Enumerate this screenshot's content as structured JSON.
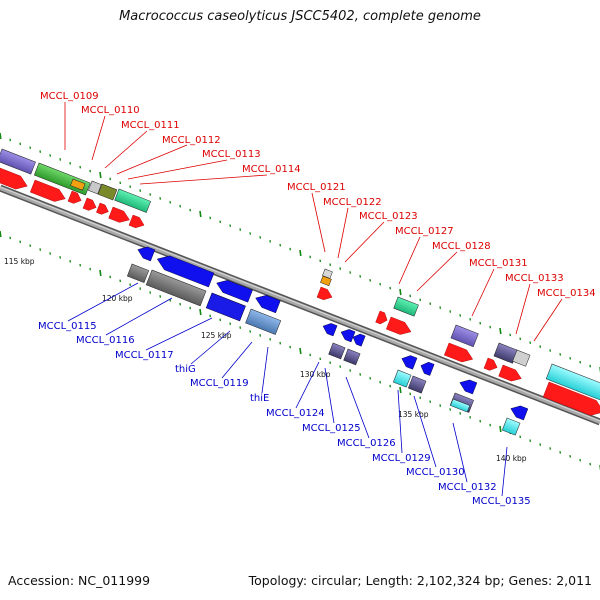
{
  "title": "Macrococcus caseolyticus JSCC5402, complete genome",
  "footer": {
    "accession": "Accession: NC_011999",
    "summary": "Topology: circular; Length: 2,102,324 bp; Genes: 2,011"
  },
  "colors": {
    "forward_label": "#dd0000",
    "reverse_label": "#0000cc",
    "tick": "#118811",
    "backbone": "#888888"
  },
  "scale_labels": [
    "115 kbp",
    "120 kbp",
    "125 kbp",
    "130 kbp",
    "135 kbp",
    "140 kbp"
  ],
  "forward_gene_labels": [
    "MCCL_0109",
    "MCCL_0110",
    "MCCL_0111",
    "MCCL_0112",
    "MCCL_0113",
    "MCCL_0114",
    "MCCL_0121",
    "MCCL_0122",
    "MCCL_0123",
    "MCCL_0127",
    "MCCL_0128",
    "MCCL_0131",
    "MCCL_0133",
    "MCCL_0134"
  ],
  "reverse_gene_labels": [
    "MCCL_0115",
    "MCCL_0116",
    "MCCL_0117",
    "thiG",
    "MCCL_0119",
    "thiE",
    "MCCL_0124",
    "MCCL_0125",
    "MCCL_0126",
    "MCCL_0129",
    "MCCL_0130",
    "MCCL_0132",
    "MCCL_0135"
  ]
}
